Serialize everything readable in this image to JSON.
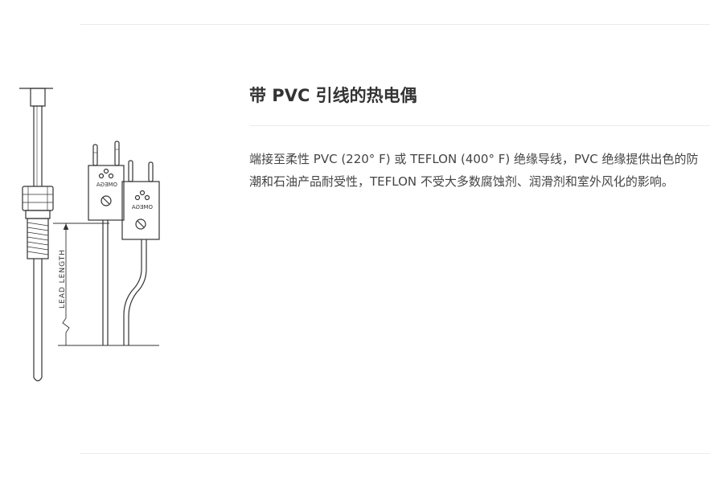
{
  "product": {
    "title": "带 PVC 引线的热电偶",
    "description": "端接至柔性 PVC (220° F) 或 TEFLON (400° F) 绝缘导线，PVC 绝缘提供出色的防潮和石油产品耐受性，TEFLON 不受大多数腐蚀剂、润滑剂和室外风化的影响。"
  },
  "drawing": {
    "dimension_label": "LEAD LENGTH",
    "connector_brand": "OMEGA"
  }
}
